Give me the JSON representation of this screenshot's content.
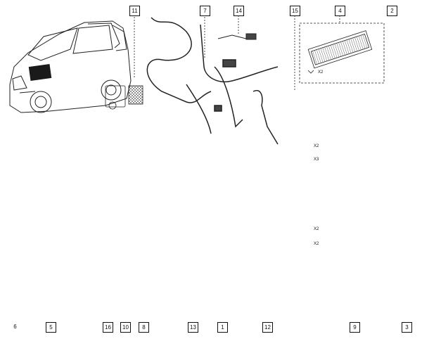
{
  "diagram": {
    "callouts": {
      "c1": "1",
      "c2": "2",
      "c3": "3",
      "c4": "4",
      "c5": "5",
      "c6": "6",
      "c7": "7",
      "c8": "8",
      "c9": "9",
      "c10": "10",
      "c11": "11",
      "c12": "12",
      "c13": "13",
      "c14": "14",
      "c15": "15",
      "c16": "16"
    },
    "qty_labels": {
      "q1": "X2",
      "q2": "X2",
      "q3": "X3",
      "q4": "X2",
      "q5": "X2"
    },
    "colors": {
      "line": "#111111",
      "highlight_circle": "#d22222",
      "vehicle_mark": "#222222"
    }
  }
}
